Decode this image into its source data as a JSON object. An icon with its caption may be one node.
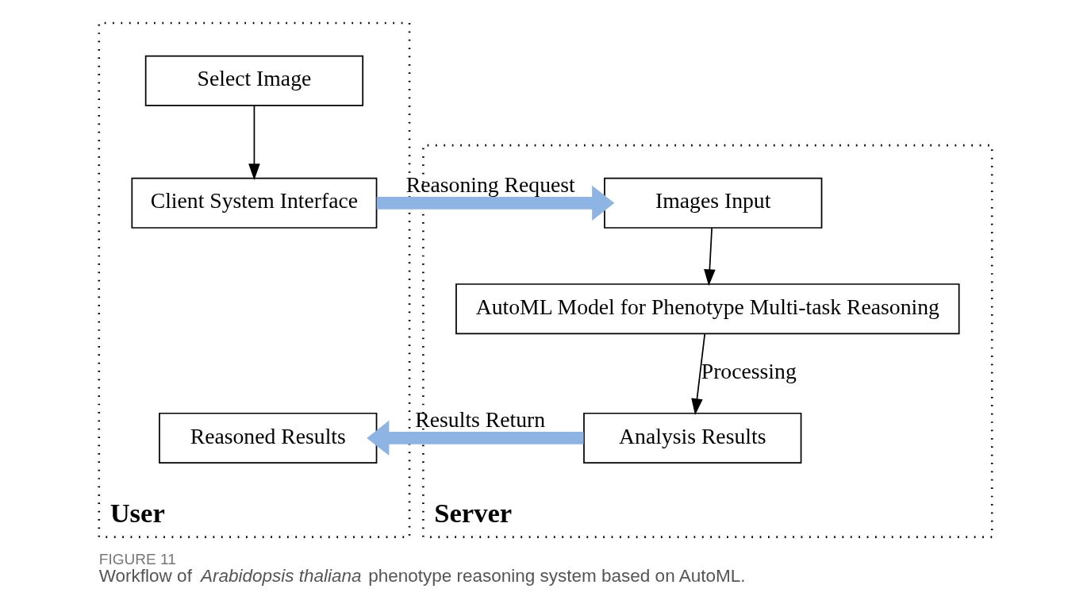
{
  "diagram": {
    "title": "FIGURE 11",
    "caption": "Workflow of *Arabidopsis thaliana* phenotype reasoning system based on AutoML.",
    "nodes": [
      {
        "text": [
          "User"
        ]
      },
      {
        "text": [
          "Select Image"
        ],
        "in": 0
      },
      {
        "text": [
          "Client System Interface"
        ],
        "in": 0
      },
      {
        "text": [
          "Reasoned Results"
        ],
        "in": 0
      },
      {
        "text": [
          "Server"
        ]
      },
      {
        "text": [
          "Images Input"
        ],
        "in": 4
      },
      {
        "text": [
          "AutoML Model for Phenotype Multi-task Reasoning"
        ],
        "in": 4
      },
      {
        "text": [
          "Analysis Results"
        ],
        "in": 4
      }
    ],
    "edges": [
      {
        "from": 1,
        "to": 2,
        "arrow": "to"
      },
      {
        "from": 2,
        "to": 5,
        "arrow": "to",
        "label": "Reasoning Request",
        "style": "thick",
        "color": "#8eb4e3"
      },
      {
        "from": 5,
        "to": 6,
        "arrow": "to"
      },
      {
        "from": 6,
        "to": 7,
        "arrow": "to",
        "label": "Processing"
      },
      {
        "from": 7,
        "to": 3,
        "arrow": "to",
        "label": "Results Return",
        "style": "thick",
        "color": "#8eb4e3"
      }
    ]
  }
}
